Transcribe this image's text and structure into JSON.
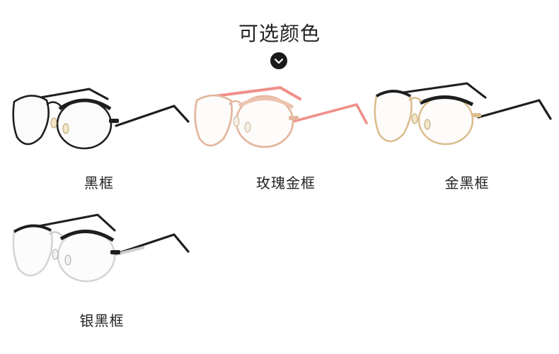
{
  "heading": "可选颜色",
  "icons": {
    "expand": "chevron-down-icon"
  },
  "colors": {
    "black": "#1e1e1e",
    "rose_gold": "#ecc3ad",
    "rose_temple": "#f08f8a",
    "gold": "#dcbd8e",
    "silver": "#d4d4d4"
  },
  "products": [
    {
      "label": "黑框"
    },
    {
      "label": "玫瑰金框"
    },
    {
      "label": "金黑框"
    },
    {
      "label": "银黑框"
    }
  ]
}
